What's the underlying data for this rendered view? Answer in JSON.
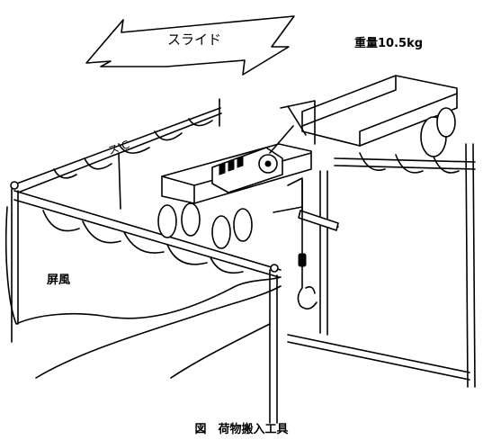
{
  "labels": {
    "slide": "スライド",
    "weight": "重量10.5kg",
    "screen": "屏風",
    "caption": "図　荷物搬入工具"
  },
  "colors": {
    "line": "#000000",
    "background": "#ffffff"
  }
}
